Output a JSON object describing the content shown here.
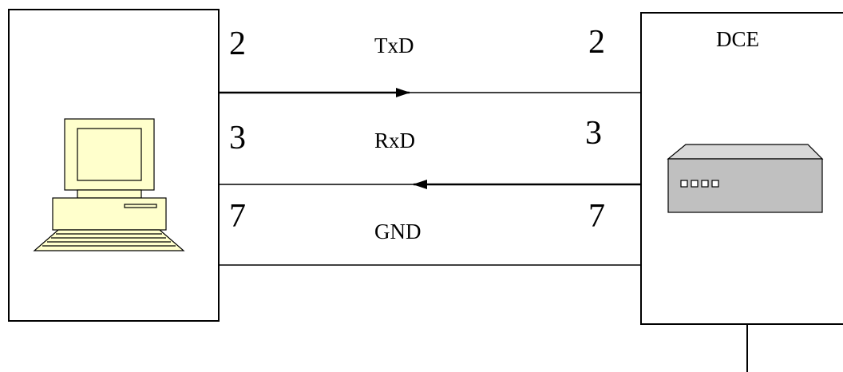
{
  "dte": {
    "icon": "computer-icon",
    "colors": {
      "fill": "#FFFFCC",
      "stroke": "#000000"
    }
  },
  "dce": {
    "label": "DCE",
    "icon": "modem-icon",
    "colors": {
      "fill": "#C0C0C0",
      "stroke": "#000000"
    }
  },
  "lines": [
    {
      "signal": "TxD",
      "pin_left": "2",
      "pin_right": "2",
      "direction": "left-to-right"
    },
    {
      "signal": "RxD",
      "pin_left": "3",
      "pin_right": "3",
      "direction": "right-to-left"
    },
    {
      "signal": "GND",
      "pin_left": "7",
      "pin_right": "7",
      "direction": "none"
    }
  ]
}
